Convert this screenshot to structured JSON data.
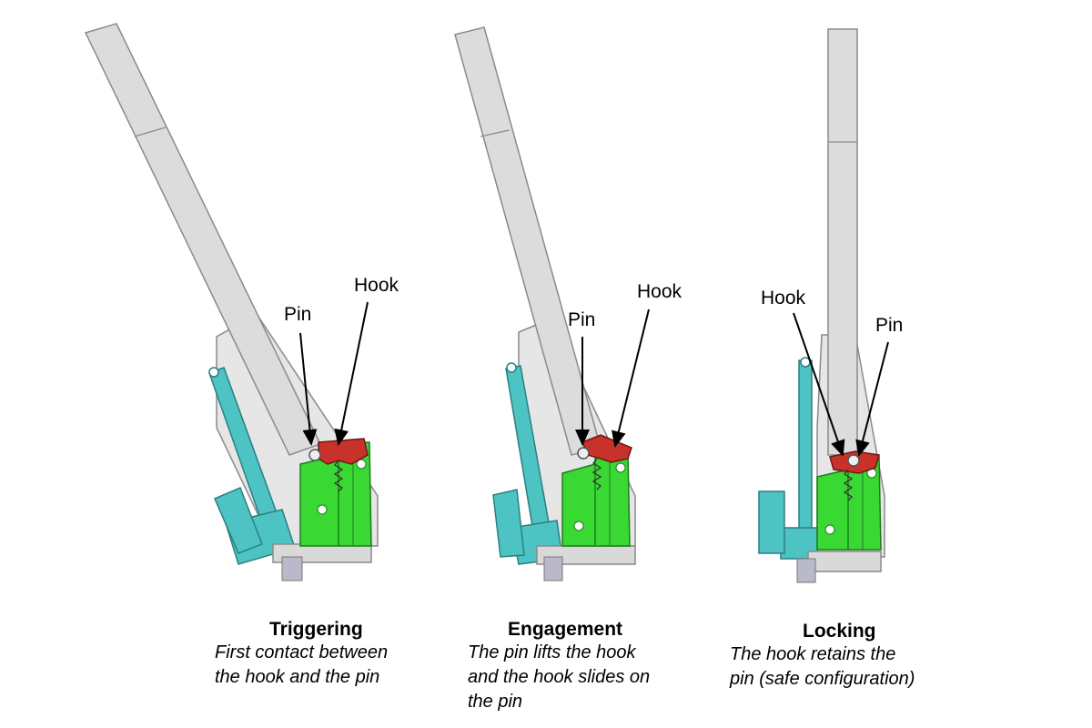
{
  "stages": [
    {
      "title": "Triggering",
      "description_lines": [
        "First contact between",
        "the hook and the pin"
      ],
      "labels": {
        "pin": "Pin",
        "hook": "Hook"
      }
    },
    {
      "title": "Engagement",
      "description_lines": [
        "The pin lifts the hook",
        "and the hook slides on",
        "the pin"
      ],
      "labels": {
        "pin": "Pin",
        "hook": "Hook"
      }
    },
    {
      "title": "Locking",
      "description_lines": [
        "The hook retains the",
        "pin (safe configuration)"
      ],
      "labels": {
        "hook": "Hook",
        "pin": "Pin"
      }
    }
  ],
  "colors": {
    "arm": "#dcdcdc",
    "arm_stroke": "#8a8a8a",
    "actuator": "#4ec3c4",
    "frame": "#39d833",
    "hook": "#c8322a",
    "base": "#d9d9d9"
  }
}
